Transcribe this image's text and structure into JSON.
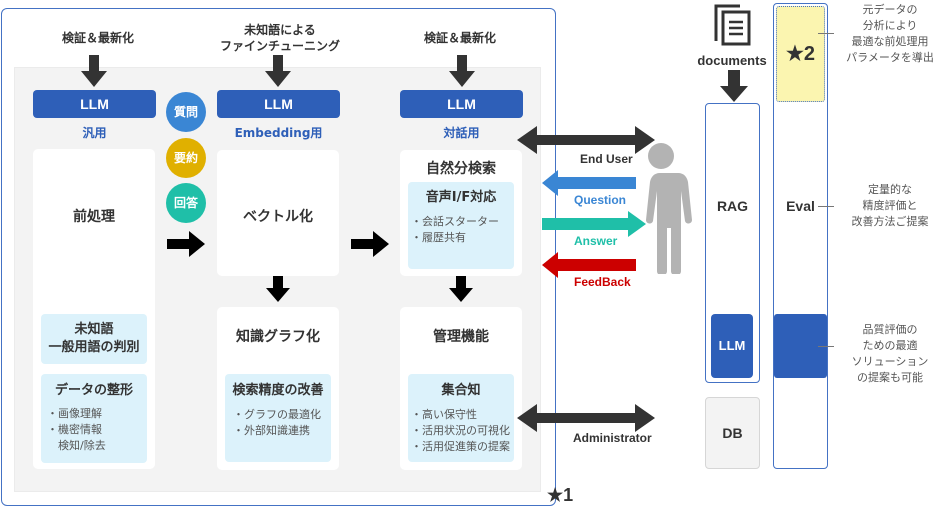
{
  "columns": [
    {
      "top_label": "検証＆最新化",
      "llm_label": "LLM",
      "llm_sub": "汎用",
      "card_title": "前処理",
      "sub_cards": [
        {
          "title": "未知語\n一般用語の判別",
          "bullets": []
        },
        {
          "title": "データの整形",
          "bullets": [
            "・画像理解",
            "・機密情報",
            "　検知/除去"
          ]
        }
      ]
    },
    {
      "top_label": "未知語による\nファインチューニング",
      "llm_label": "LLM",
      "llm_sub": "Embedding用",
      "card_title": "ベクトル化",
      "card2_title": "知識グラフ化",
      "sub_cards": [
        {
          "title": "検索精度の改善",
          "bullets": [
            "・グラフの最適化",
            "・外部知識連携"
          ]
        }
      ]
    },
    {
      "top_label": "検証＆最新化",
      "llm_label": "LLM",
      "llm_sub": "対話用",
      "card_title": "自然分検索",
      "card2_title": "管理機能",
      "sub_cards": [
        {
          "title": "音声I/F対応",
          "bullets": [
            "・会話スターター",
            "・履歴共有"
          ]
        },
        {
          "title": "集合知",
          "bullets": [
            "・高い保守性",
            "・活用状況の可視化",
            "・活用促進策の提案"
          ]
        }
      ]
    }
  ],
  "circles": [
    {
      "label": "質問",
      "color": "#3a86d4"
    },
    {
      "label": "要約",
      "color": "#e0b000"
    },
    {
      "label": "回答",
      "color": "#1fbfa8"
    }
  ],
  "flows": {
    "end_user": {
      "label": "End User",
      "color": "#333333"
    },
    "question": {
      "label": "Question",
      "color": "#3a86d4"
    },
    "answer": {
      "label": "Answer",
      "color": "#1fbfa8"
    },
    "feedback": {
      "label": "FeedBack",
      "color": "#cc0000"
    },
    "administrator": {
      "label": "Administrator",
      "color": "#333333"
    }
  },
  "star1": "★1",
  "right": {
    "documents_label": "documents",
    "rag_label": "RAG",
    "rag_llm_label": "LLM",
    "db_label": "DB",
    "eval_label": "Eval",
    "star2": "★2",
    "notes": [
      "元データの\n分析により\n最適な前処理用\nパラメータを導出",
      "定量的な\n精度評価と\n改善方法ご提案",
      "品質評価の\nための最適\nソリューション\nの提案も可能"
    ]
  },
  "colors": {
    "accent_blue": "#2e5fb8",
    "frame_blue": "#4472c4",
    "sub_card_bg": "#dcf2fb",
    "star2_bg": "#fbf5b0"
  }
}
